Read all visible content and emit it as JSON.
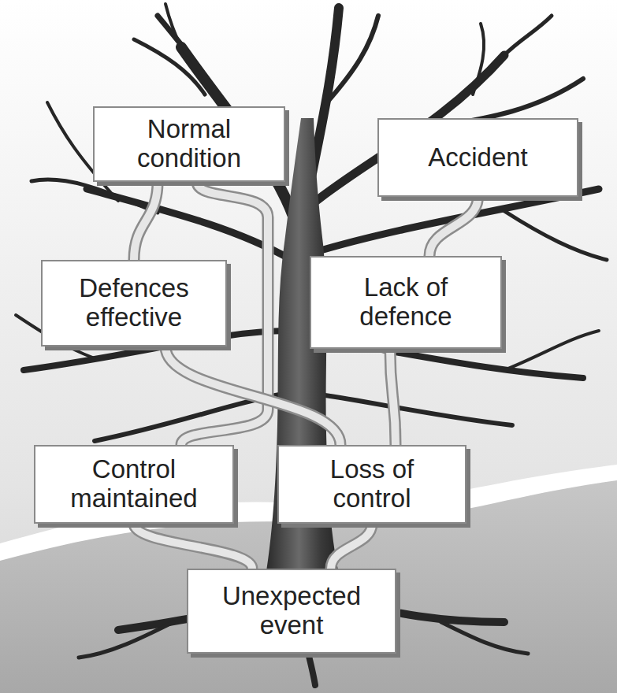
{
  "diagram": {
    "nodes": [
      {
        "text": [
          "Normal condition"
        ]
      },
      {
        "text": [
          "Accident"
        ]
      },
      {
        "text": [
          "Defences effective"
        ]
      },
      {
        "text": [
          "Lack of defence"
        ]
      },
      {
        "text": [
          "Control maintained"
        ]
      },
      {
        "text": [
          "Loss of control"
        ]
      },
      {
        "text": [
          "Unexpected event"
        ]
      }
    ],
    "edges": [
      {
        "from": 6,
        "to": 4,
        "arrow": "none"
      },
      {
        "from": 6,
        "to": 5,
        "arrow": "none"
      },
      {
        "from": 4,
        "to": 0,
        "arrow": "none"
      },
      {
        "from": 5,
        "to": 2,
        "arrow": "none"
      },
      {
        "from": 5,
        "to": 3,
        "arrow": "none"
      },
      {
        "from": 2,
        "to": 0,
        "arrow": "none"
      },
      {
        "from": 3,
        "to": 1,
        "arrow": "none"
      }
    ]
  }
}
